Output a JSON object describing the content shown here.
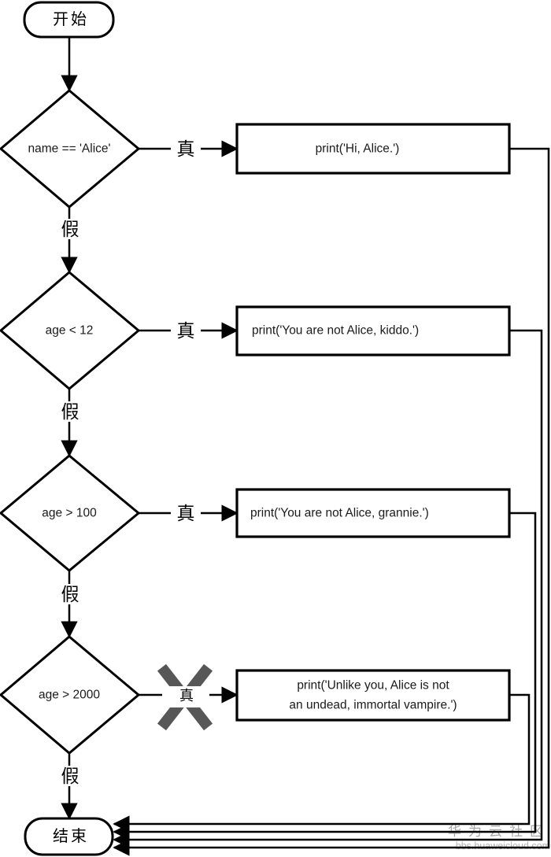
{
  "flow": {
    "start_label": "开始",
    "end_label": "结束",
    "true_label": "真",
    "false_label": "假",
    "decisions": [
      {
        "label": "name == 'Alice'"
      },
      {
        "label": "age < 12"
      },
      {
        "label": "age > 100"
      },
      {
        "label": "age > 2000"
      }
    ],
    "processes": [
      {
        "label": "print('Hi, Alice.')"
      },
      {
        "label": "print('You are not Alice, kiddo.')"
      },
      {
        "label": "print('You are not Alice, grannie.')"
      },
      {
        "line1": "print('Unlike you, Alice is not",
        "line2": "an undead, immortal vampire.')"
      }
    ]
  },
  "watermark": {
    "title": "华为云社区",
    "url": "bbs.huaweicloud.com"
  },
  "colors": {
    "stroke": "#000000",
    "cross_mark": "#575757",
    "watermark": "#a8a8a8"
  }
}
